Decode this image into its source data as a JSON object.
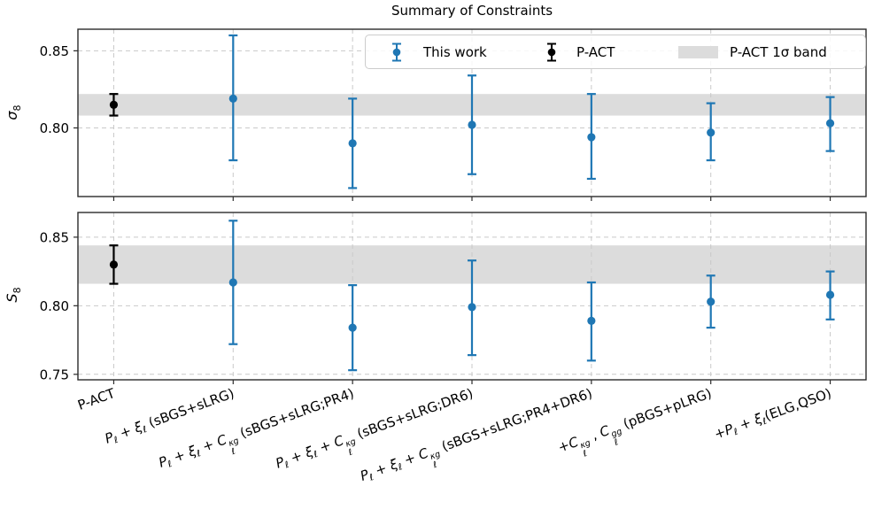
{
  "title": "Summary of Constraints",
  "colors": {
    "accent_blue": "#1f77b4",
    "black": "#000000",
    "band_gray": "#dcdcdc",
    "grid_gray": "#c9c9c9",
    "spine": "#2b2b2b"
  },
  "legend": {
    "items": [
      {
        "label": "This work",
        "glyph": "errorbar",
        "color_key": "accent_blue"
      },
      {
        "label": "P-ACT",
        "glyph": "errorbar",
        "color_key": "black"
      },
      {
        "label": "P-ACT 1σ band",
        "glyph": "band",
        "color_key": "band_gray"
      }
    ]
  },
  "chart_data": {
    "type": "scatter",
    "title": "Summary of Constraints",
    "xlabel": "",
    "grid": true,
    "legend_position": "upper right of top panel",
    "categories": [
      "P-ACT",
      "Pℓ + ξℓ (sBGS+sLRG)",
      "Pℓ + ξℓ + Cℓ^κg (sBGS+sLRG;PR4)",
      "Pℓ + ξℓ + Cℓ^κg (sBGS+sLRG;DR6)",
      "Pℓ + ξℓ + Cℓ^κg (sBGS+sLRG;PR4+DR6)",
      "+Cℓ^κg , Cℓ^gg (pBGS+pLRG)",
      "+Pℓ + ξℓ(ELG,QSO)"
    ],
    "categories_rich": [
      [
        {
          "t": "P-ACT"
        }
      ],
      [
        {
          "t": "P",
          "i": 1
        },
        {
          "t": "ℓ",
          "p": "sub"
        },
        {
          "t": " + "
        },
        {
          "t": "ξ",
          "i": 1
        },
        {
          "t": "ℓ",
          "p": "sub"
        },
        {
          "t": " (sBGS+sLRG)"
        }
      ],
      [
        {
          "t": "P",
          "i": 1
        },
        {
          "t": "ℓ",
          "p": "sub"
        },
        {
          "t": " + "
        },
        {
          "t": "ξ",
          "i": 1
        },
        {
          "t": "ℓ",
          "p": "sub"
        },
        {
          "t": " + "
        },
        {
          "b": "C",
          "sup": "κg",
          "sub": "ℓ"
        },
        {
          "t": " (sBGS+sLRG;PR4)"
        }
      ],
      [
        {
          "t": "P",
          "i": 1
        },
        {
          "t": "ℓ",
          "p": "sub"
        },
        {
          "t": " + "
        },
        {
          "t": "ξ",
          "i": 1
        },
        {
          "t": "ℓ",
          "p": "sub"
        },
        {
          "t": " + "
        },
        {
          "b": "C",
          "sup": "κg",
          "sub": "ℓ"
        },
        {
          "t": " (sBGS+sLRG;DR6)"
        }
      ],
      [
        {
          "t": "P",
          "i": 1
        },
        {
          "t": "ℓ",
          "p": "sub"
        },
        {
          "t": " + "
        },
        {
          "t": "ξ",
          "i": 1
        },
        {
          "t": "ℓ",
          "p": "sub"
        },
        {
          "t": " + "
        },
        {
          "b": "C",
          "sup": "κg",
          "sub": "ℓ"
        },
        {
          "t": " (sBGS+sLRG;PR4+DR6)"
        }
      ],
      [
        {
          "t": "+"
        },
        {
          "b": "C",
          "sup": "κg",
          "sub": "ℓ"
        },
        {
          "t": " , "
        },
        {
          "b": "C",
          "sup": "gg",
          "sub": "ℓ"
        },
        {
          "t": " (pBGS+pLRG)"
        }
      ],
      [
        {
          "t": "+"
        },
        {
          "t": "P",
          "i": 1
        },
        {
          "t": "ℓ",
          "p": "sub"
        },
        {
          "t": " + "
        },
        {
          "t": "ξ",
          "i": 1
        },
        {
          "t": "ℓ",
          "p": "sub"
        },
        {
          "t": "(ELG,QSO)"
        }
      ]
    ],
    "panels": [
      {
        "ylabel": "σ8",
        "ylabel_rich": {
          "base": "σ",
          "sub": "8"
        },
        "ylim": [
          0.7555,
          0.864
        ],
        "yticks": [
          {
            "v": 0.85,
            "label": "0.85"
          },
          {
            "v": 0.8,
            "label": "0.80"
          }
        ],
        "band": {
          "lo": 0.808,
          "hi": 0.822
        },
        "series": [
          {
            "name": "P-ACT",
            "color_key": "black",
            "points": [
              {
                "x": 0,
                "y": 0.815,
                "lo": 0.808,
                "hi": 0.822
              }
            ]
          },
          {
            "name": "This work",
            "color_key": "accent_blue",
            "points": [
              {
                "x": 1,
                "y": 0.819,
                "lo": 0.779,
                "hi": 0.86
              },
              {
                "x": 2,
                "y": 0.79,
                "lo": 0.761,
                "hi": 0.819
              },
              {
                "x": 3,
                "y": 0.802,
                "lo": 0.77,
                "hi": 0.834
              },
              {
                "x": 4,
                "y": 0.794,
                "lo": 0.767,
                "hi": 0.822
              },
              {
                "x": 5,
                "y": 0.797,
                "lo": 0.779,
                "hi": 0.816
              },
              {
                "x": 6,
                "y": 0.803,
                "lo": 0.785,
                "hi": 0.82
              }
            ]
          }
        ]
      },
      {
        "ylabel": "S8",
        "ylabel_rich": {
          "base": "S",
          "sub": "8"
        },
        "ylim": [
          0.746,
          0.868
        ],
        "yticks": [
          {
            "v": 0.85,
            "label": "0.85"
          },
          {
            "v": 0.8,
            "label": "0.80"
          },
          {
            "v": 0.75,
            "label": "0.75"
          }
        ],
        "band": {
          "lo": 0.816,
          "hi": 0.844
        },
        "series": [
          {
            "name": "P-ACT",
            "color_key": "black",
            "points": [
              {
                "x": 0,
                "y": 0.83,
                "lo": 0.816,
                "hi": 0.844
              }
            ]
          },
          {
            "name": "This work",
            "color_key": "accent_blue",
            "points": [
              {
                "x": 1,
                "y": 0.817,
                "lo": 0.772,
                "hi": 0.862
              },
              {
                "x": 2,
                "y": 0.784,
                "lo": 0.753,
                "hi": 0.815
              },
              {
                "x": 3,
                "y": 0.799,
                "lo": 0.764,
                "hi": 0.833
              },
              {
                "x": 4,
                "y": 0.789,
                "lo": 0.76,
                "hi": 0.817
              },
              {
                "x": 5,
                "y": 0.803,
                "lo": 0.784,
                "hi": 0.822
              },
              {
                "x": 6,
                "y": 0.808,
                "lo": 0.79,
                "hi": 0.825
              }
            ]
          }
        ]
      }
    ]
  }
}
